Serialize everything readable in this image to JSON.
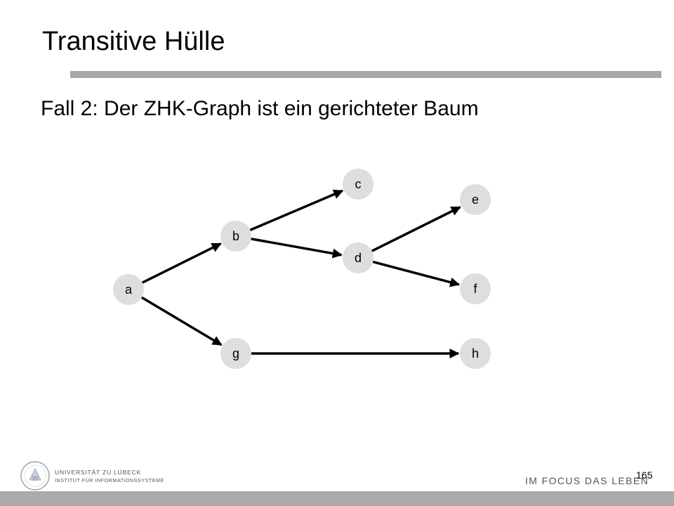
{
  "slide": {
    "title": "Transitive Hülle",
    "subtitle": "Fall 2: Der ZHK-Graph ist ein gerichteter Baum",
    "page_number": "165"
  },
  "footer": {
    "university": "UNIVERSITÄT ZU LÜBECK",
    "institute": "INSTITUT FÜR INFORMATIONSSYSTEME",
    "slogan": "IM FOCUS DAS LEBEN"
  },
  "colors": {
    "node_fill": "#dedede",
    "rule": "#a8a8a8",
    "footer_bar": "#aaaaaa",
    "edge": "#000000"
  },
  "graph": {
    "nodes": [
      {
        "id": "a",
        "label": "a"
      },
      {
        "id": "b",
        "label": "b"
      },
      {
        "id": "c",
        "label": "c"
      },
      {
        "id": "d",
        "label": "d"
      },
      {
        "id": "e",
        "label": "e"
      },
      {
        "id": "f",
        "label": "f"
      },
      {
        "id": "g",
        "label": "g"
      },
      {
        "id": "h",
        "label": "h"
      }
    ],
    "edges": [
      {
        "from": "a",
        "to": "b"
      },
      {
        "from": "a",
        "to": "g"
      },
      {
        "from": "b",
        "to": "c"
      },
      {
        "from": "b",
        "to": "d"
      },
      {
        "from": "d",
        "to": "e"
      },
      {
        "from": "d",
        "to": "f"
      },
      {
        "from": "g",
        "to": "h"
      }
    ]
  }
}
